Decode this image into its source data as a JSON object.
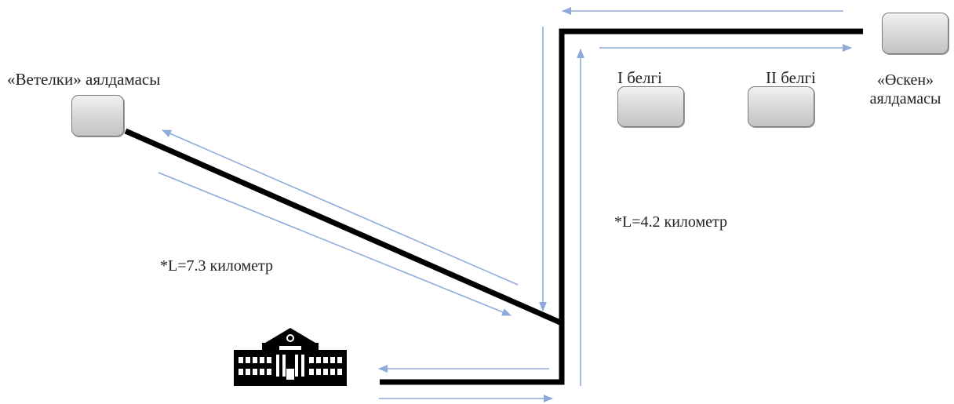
{
  "stops": {
    "vetelki": {
      "label": "«Ветелки» аялдамасы"
    },
    "osken": {
      "label_line1": "«Өскен»",
      "label_line2": "аялдамасы"
    }
  },
  "signs": {
    "sign1": {
      "label": "I белгі"
    },
    "sign2": {
      "label": "II белгі"
    }
  },
  "distances": {
    "left_segment": "*L=7.3 километр",
    "right_segment": "*L=4.2 километр"
  },
  "colors": {
    "road": "#000000",
    "route_arrow": "#8eaadb",
    "stop_fill": "#d6d6d6",
    "stop_border": "#7a7a7a"
  },
  "icons": {
    "school": "school-building-icon"
  }
}
